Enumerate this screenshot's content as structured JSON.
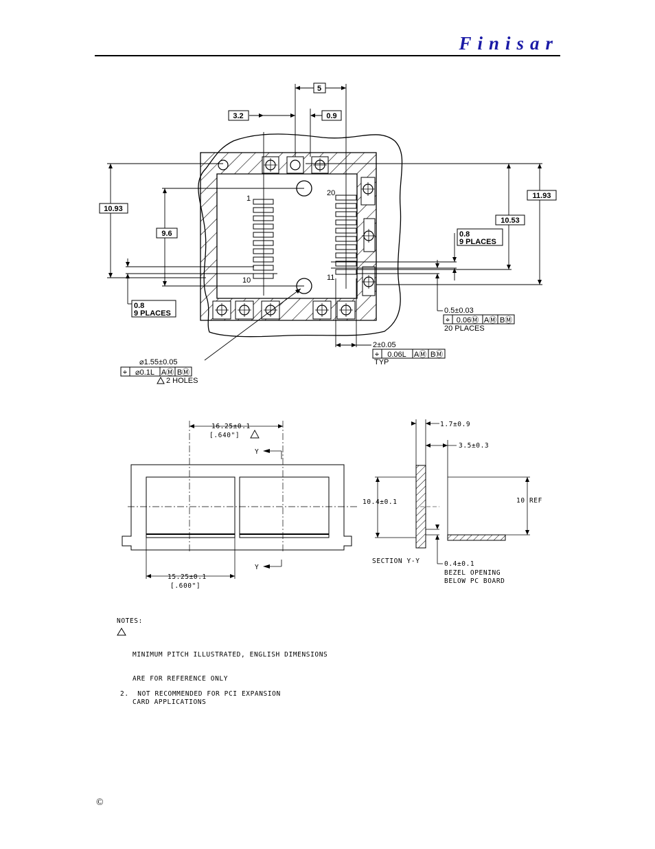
{
  "header": {
    "brand": "Finisar"
  },
  "top_drawing": {
    "dim_top": "5",
    "dim_left_offset": "3.2",
    "dim_right_offset": "0.9",
    "dim_left_height": "10.93",
    "dim_right_height": "11.93",
    "dim_inner_left": "9.6",
    "dim_inner_right": "10.53",
    "pin_1": "1",
    "pin_10": "10",
    "pin_11": "11",
    "pin_20": "20",
    "callout_right_a": "0.8",
    "callout_right_b": "9 PLACES",
    "callout_left_a": "0.8",
    "callout_left_b": "9 PLACES",
    "pad_tol": "0.5±0.03",
    "pad_fcf": [
      "⌖",
      "0.06Ⓜ",
      "AⓂ",
      "BⓂ"
    ],
    "pad_places": "20 PLACES",
    "pitch_dim": "2±0.05",
    "pitch_fcf": [
      "⌖",
      "0.06L",
      "AⓂ",
      "BⓂ"
    ],
    "pitch_typ": "TYP",
    "hole_dia": "⌀1.55±0.05",
    "hole_fcf": [
      "⌖",
      "⌀0.1L",
      "AⓂ",
      "BⓂ"
    ],
    "hole_note": "2 HOLES"
  },
  "bezel_drawing": {
    "dim_top": "16.25±0.1",
    "dim_top_inch": "[.640\"]",
    "section_mark": "Y",
    "dim_bottom": "15.25±0.1",
    "dim_bottom_inch": "[.600\"]"
  },
  "section_drawing": {
    "dim_a": "1.7±0.9",
    "dim_b": "3.5±0.3",
    "dim_height": "10.4±0.1",
    "dim_ref": "10 REF",
    "title": "SECTION  Y-Y",
    "dim_c": "0.4±0.1",
    "note_line1": "BEZEL OPENING",
    "note_line2": "BELOW PC BOARD"
  },
  "notes": {
    "heading": "NOTES:",
    "note1_line1": "MINIMUM PITCH ILLUSTRATED, ENGLISH DIMENSIONS",
    "note1_line2": "ARE FOR REFERENCE ONLY",
    "note2_line1": "2.  NOT RECOMMENDED FOR PCI EXPANSION",
    "note2_line2": "CARD APPLICATIONS"
  },
  "footer": {
    "copyright": "©"
  }
}
